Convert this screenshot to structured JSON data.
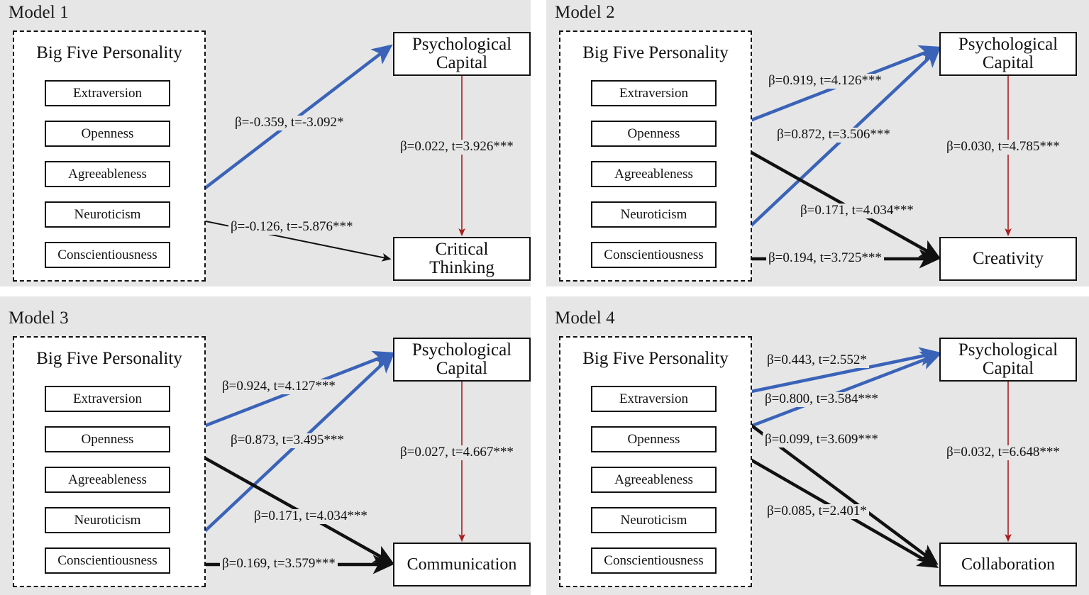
{
  "figure": {
    "background": "#ffffff",
    "panel_background": "#e6e6e6",
    "colors": {
      "blue_path": "#3a63b8",
      "black_path": "#111111",
      "red_path": "#a81f20",
      "box_border": "#111111"
    }
  },
  "group": {
    "title": "Big Five Personality",
    "traits": [
      "Extraversion",
      "Openness",
      "Agreeableness",
      "Neuroticism",
      "Conscientiousness"
    ]
  },
  "mediator_label": "Psychological\nCapital",
  "mediator_line1": "Psychological",
  "mediator_line2": "Capital",
  "models": [
    {
      "id": "model-1",
      "title": "Model 1",
      "outcome_line1": "Critical",
      "outcome_line2": "Thinking",
      "outcome_name": "Critical Thinking",
      "paths": [
        {
          "from": "Neuroticism",
          "to": "Psychological Capital",
          "color": "blue",
          "label": "β=-0.359, t=-3.092*",
          "beta": -0.359,
          "t": -3.092,
          "sig": "*"
        },
        {
          "from": "Neuroticism",
          "to": "Critical Thinking",
          "color": "black",
          "label": "β=-0.126, t=-5.876***",
          "beta": -0.126,
          "t": -5.876,
          "sig": "***"
        },
        {
          "from": "Psychological Capital",
          "to": "Critical Thinking",
          "color": "red",
          "label": "β=0.022, t=3.926***",
          "beta": 0.022,
          "t": 3.926,
          "sig": "***"
        }
      ]
    },
    {
      "id": "model-2",
      "title": "Model 2",
      "outcome_line1": "Creativity",
      "outcome_line2": "",
      "outcome_name": "Creativity",
      "paths": [
        {
          "from": "Openness",
          "to": "Psychological Capital",
          "color": "blue",
          "label": "β=0.919, t=4.126***",
          "beta": 0.919,
          "t": 4.126,
          "sig": "***"
        },
        {
          "from": "Conscientiousness",
          "to": "Psychological Capital",
          "color": "blue",
          "label": "β=0.872, t=3.506***",
          "beta": 0.872,
          "t": 3.506,
          "sig": "***"
        },
        {
          "from": "Openness",
          "to": "Creativity",
          "color": "black",
          "label": "β=0.171, t=4.034***",
          "beta": 0.171,
          "t": 4.034,
          "sig": "***"
        },
        {
          "from": "Conscientiousness",
          "to": "Creativity",
          "color": "black",
          "label": "β=0.194, t=3.725***",
          "beta": 0.194,
          "t": 3.725,
          "sig": "***"
        },
        {
          "from": "Psychological Capital",
          "to": "Creativity",
          "color": "red",
          "label": "β=0.030, t=4.785***",
          "beta": 0.03,
          "t": 4.785,
          "sig": "***"
        }
      ]
    },
    {
      "id": "model-3",
      "title": "Model 3",
      "outcome_line1": "Communication",
      "outcome_line2": "",
      "outcome_name": "Communication",
      "paths": [
        {
          "from": "Openness",
          "to": "Psychological Capital",
          "color": "blue",
          "label": "β=0.924, t=4.127***",
          "beta": 0.924,
          "t": 4.127,
          "sig": "***"
        },
        {
          "from": "Conscientiousness",
          "to": "Psychological Capital",
          "color": "blue",
          "label": "β=0.873, t=3.495***",
          "beta": 0.873,
          "t": 3.495,
          "sig": "***"
        },
        {
          "from": "Openness",
          "to": "Communication",
          "color": "black",
          "label": "β=0.171, t=4.034***",
          "beta": 0.171,
          "t": 4.034,
          "sig": "***"
        },
        {
          "from": "Conscientiousness",
          "to": "Communication",
          "color": "black",
          "label": "β=0.169, t=3.579***",
          "beta": 0.169,
          "t": 3.579,
          "sig": "***"
        },
        {
          "from": "Psychological Capital",
          "to": "Communication",
          "color": "red",
          "label": "β=0.027, t=4.667***",
          "beta": 0.027,
          "t": 4.667,
          "sig": "***"
        }
      ]
    },
    {
      "id": "model-4",
      "title": "Model 4",
      "outcome_line1": "Collaboration",
      "outcome_line2": "",
      "outcome_name": "Collaboration",
      "paths": [
        {
          "from": "Extraversion",
          "to": "Psychological Capital",
          "color": "blue",
          "label": "β=0.443, t=2.552*",
          "beta": 0.443,
          "t": 2.552,
          "sig": "*"
        },
        {
          "from": "Openness",
          "to": "Psychological Capital",
          "color": "blue",
          "label": "β=0.800, t=3.584***",
          "beta": 0.8,
          "t": 3.584,
          "sig": "***"
        },
        {
          "from": "Extraversion",
          "to": "Collaboration",
          "color": "black",
          "label": "β=0.099, t=3.609***",
          "beta": 0.099,
          "t": 3.609,
          "sig": "***"
        },
        {
          "from": "Openness",
          "to": "Collaboration",
          "color": "black",
          "label": "β=0.085, t=2.401*",
          "beta": 0.085,
          "t": 2.401,
          "sig": "*"
        },
        {
          "from": "Psychological Capital",
          "to": "Collaboration",
          "color": "red",
          "label": "β=0.032, t=6.648***",
          "beta": 0.032,
          "t": 6.648,
          "sig": "***"
        }
      ]
    }
  ]
}
